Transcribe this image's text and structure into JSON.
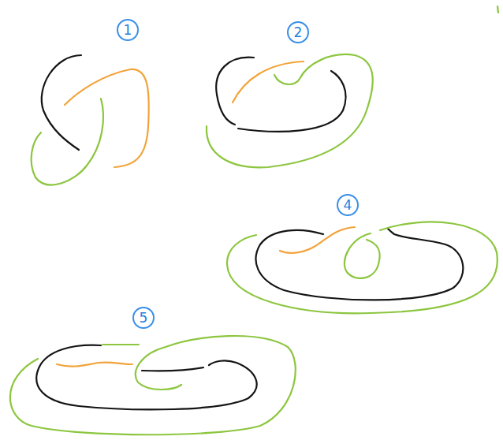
{
  "diagram": {
    "labels": [
      "1",
      "2",
      "4",
      "5"
    ]
  }
}
